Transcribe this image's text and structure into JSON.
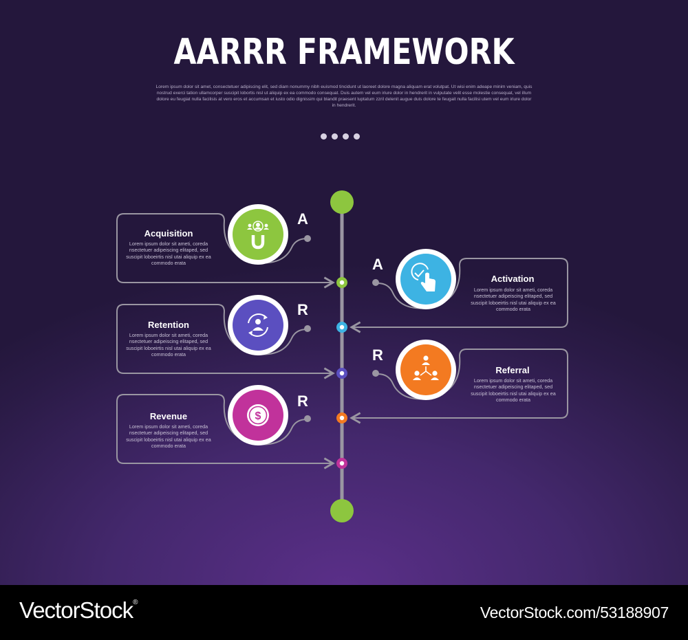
{
  "header": {
    "title": "AARRR FRAMEWORK",
    "description": "Lorem ipsum dolor sit amet, consectetuer adipiscing elit, sed diam nonummy nibh euismod tincidunt ut laoreet dolore magna aliquam erat volutpat. Ut wisi enim adeape minim veniam, quis nostrud exerci tation ullamcorper suscipit lobortis nisl ut aliquip ex ea commodo consequat. Duis autem vel eum iriure dolor in hendrerit in vulputate velit esse molestie consequat, vel illum dolore eu feugiat nulla facilisis at vero eros et accumsan et iusto odio dignissim qui blandit praesent luptatum zzril delenit augue duis dolore te feugait nulla facilisi utem vel eum iriure dolor in hendrerit."
  },
  "steps": [
    {
      "letter": "A",
      "title": "Acquisition",
      "text": "Lorem ipsum dolor sit ameti, coreda nsectetuer adipeiscing elitaped, sed suscipit loboeirtis nisl utai aliquip ex ea commodo erata",
      "color": "#8dc63f",
      "icon": "magnet-users-icon"
    },
    {
      "letter": "A",
      "title": "Activation",
      "text": "Lorem ipsum dolor sit ameti, coreda nsectetuer adipeiscing elitaped, sed suscipit loboeirtis nisl utai aliquip ex ea commodo erata",
      "color": "#3db3e3",
      "icon": "tap-check-icon"
    },
    {
      "letter": "R",
      "title": "Retention",
      "text": "Lorem ipsum dolor sit ameti, coreda nsectetuer adipeiscing elitaped, sed suscipit loboeirtis nisl utai aliquip ex ea commodo erata",
      "color": "#5b4fc0",
      "icon": "user-cycle-icon"
    },
    {
      "letter": "R",
      "title": "Referral",
      "text": "Lorem ipsum dolor sit ameti, coreda nsectetuer adipeiscing elitaped, sed suscipit loboeirtis nisl utai aliquip ex ea commodo erata",
      "color": "#f37a21",
      "icon": "network-users-icon"
    },
    {
      "letter": "R",
      "title": "Revenue",
      "text": "Lorem ipsum dolor sit ameti, coreda nsectetuer adipeiscing elitaped, sed suscipit loboeirtis nisl utai aliquip ex ea commodo erata",
      "color": "#c1329b",
      "icon": "dollar-coin-icon"
    }
  ],
  "timeline": {
    "line_color": "#9a96a2",
    "endpoint_color": "#8dc63f"
  },
  "footer": {
    "brand": "VectorStock",
    "registered": "®",
    "url": "VectorStock.com/53188907"
  }
}
